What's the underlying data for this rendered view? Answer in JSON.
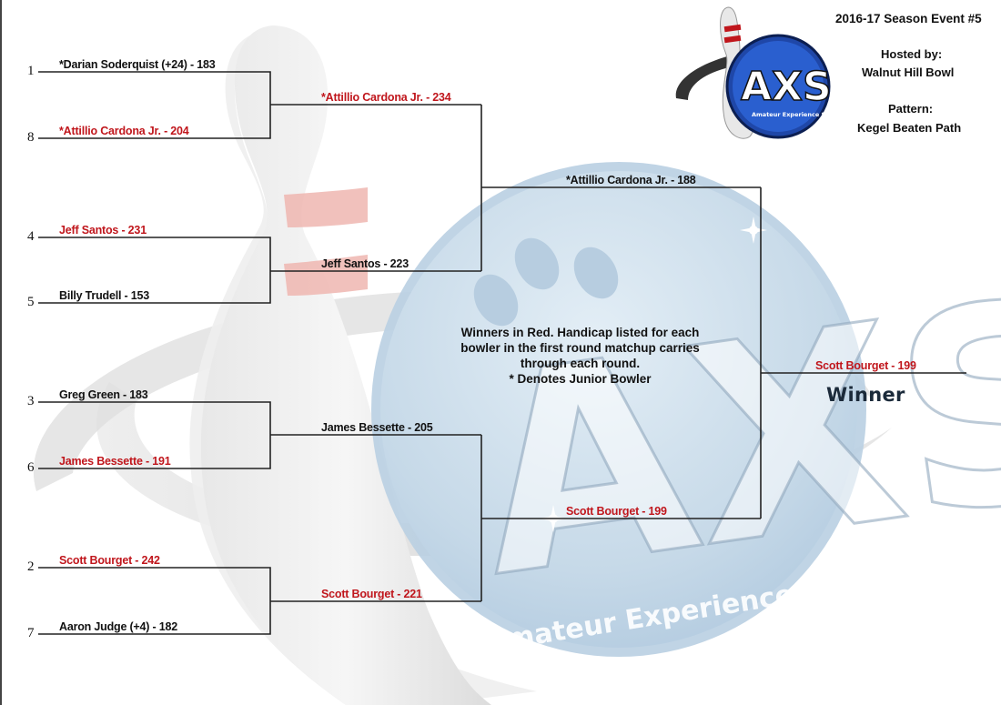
{
  "header": {
    "event": "2016-17 Season Event #5",
    "hosted_label": "Hosted by:",
    "venue": "Walnut Hill Bowl",
    "pattern_label": "Pattern:",
    "pattern": "Kegel Beaten Path"
  },
  "logo": {
    "text": "AXS",
    "series": "Amateur Experience Series"
  },
  "watermark": {
    "text": "AXS",
    "series": "Amateur Experience Series"
  },
  "seeds": [
    "1",
    "8",
    "4",
    "5",
    "3",
    "6",
    "2",
    "7"
  ],
  "round1": [
    {
      "name": "*Darian Soderquist (+24) - 183",
      "winner": false
    },
    {
      "name": "*Attillio Cardona Jr. - 204",
      "winner": true
    },
    {
      "name": "Jeff Santos - 231",
      "winner": true
    },
    {
      "name": "Billy Trudell - 153",
      "winner": false
    },
    {
      "name": "Greg Green - 183",
      "winner": false
    },
    {
      "name": "James Bessette - 191",
      "winner": true
    },
    {
      "name": "Scott Bourget - 242",
      "winner": true
    },
    {
      "name": "Aaron Judge (+4) - 182",
      "winner": false
    }
  ],
  "round2": [
    {
      "name": "*Attillio Cardona Jr. - 234",
      "winner": true
    },
    {
      "name": "Jeff Santos - 223",
      "winner": false
    },
    {
      "name": "James Bessette - 205",
      "winner": false
    },
    {
      "name": "Scott Bourget - 221",
      "winner": true
    }
  ],
  "round3": [
    {
      "name": "*Attillio Cardona Jr. - 188",
      "winner": false
    },
    {
      "name": "Scott Bourget - 199",
      "winner": true
    }
  ],
  "final": {
    "name": "Scott Bourget - 199",
    "label": "Winner"
  },
  "notes": [
    "Winners in Red.  Handicap listed for each",
    "bowler in the first round matchup carries",
    "through each round.",
    "* Denotes Junior Bowler"
  ],
  "colors": {
    "winner": "#c0161c",
    "text": "#111111",
    "lines": "#222222"
  }
}
